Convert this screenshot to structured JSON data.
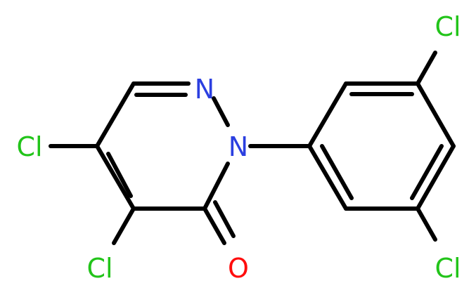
{
  "molecule": {
    "atoms": {
      "n_top": {
        "symbol": "N",
        "color": "#2b3fe0"
      },
      "n_ring": {
        "symbol": "N",
        "color": "#2b3fe0"
      },
      "o_carbonyl": {
        "symbol": "O",
        "color": "#ff0d0d"
      },
      "cl_left": {
        "symbol": "Cl",
        "color": "#22c41a"
      },
      "cl_bottom": {
        "symbol": "Cl",
        "color": "#22c41a"
      },
      "cl_top": {
        "symbol": "Cl",
        "color": "#22c41a"
      },
      "cl_right": {
        "symbol": "Cl",
        "color": "#22c41a"
      }
    },
    "bond_color": "#000000"
  }
}
